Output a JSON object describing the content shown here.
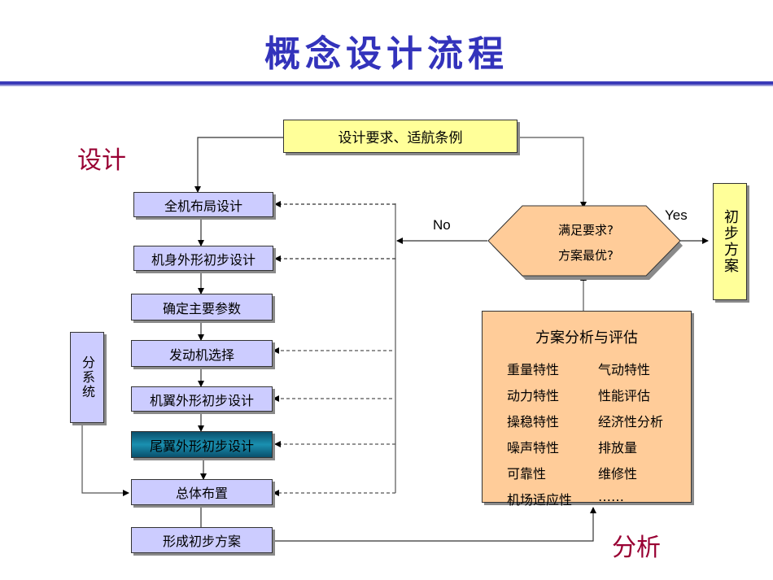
{
  "title": "概念设计流程",
  "labels": {
    "design": "设计",
    "analysis": "分析",
    "no": "No",
    "yes": "Yes"
  },
  "requirements_box": "设计要求、适航条例",
  "design_steps": [
    {
      "label": "全机布局设计",
      "highlight": false
    },
    {
      "label": "机身外形初步设计",
      "highlight": false
    },
    {
      "label": "确定主要参数",
      "highlight": false
    },
    {
      "label": "发动机选择",
      "highlight": false
    },
    {
      "label": "机翼外形初步设计",
      "highlight": false
    },
    {
      "label": "尾翼外形初步设计",
      "highlight": true
    },
    {
      "label": "总体布置",
      "highlight": false
    },
    {
      "label": "形成初步方案",
      "highlight": false
    }
  ],
  "subsystem_box": "分系统",
  "decision": {
    "line1": "满足要求?",
    "line2": "方案最优?"
  },
  "result_box": "初步方案",
  "analysis_box": {
    "title": "方案分析与评估",
    "items": [
      "重量特性",
      "气动特性",
      "动力特性",
      "性能评估",
      "操稳特性",
      "经济性分析",
      "噪声特性",
      "排放量",
      "可靠性",
      "维修性",
      "机场适应性",
      "……"
    ]
  },
  "colors": {
    "title": "#3333bb",
    "section_label": "#990033",
    "step_fill": "#ccccff",
    "highlight_fill": "#1a7fa0",
    "requirement_fill": "#ffff99",
    "analysis_fill": "#ffcc99"
  }
}
